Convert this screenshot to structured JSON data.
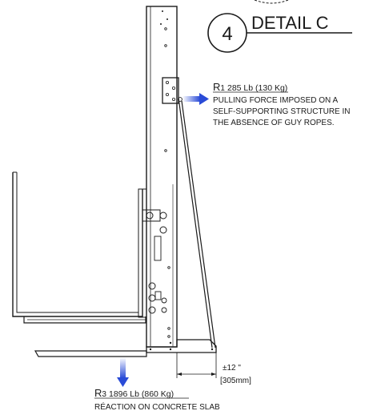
{
  "detail": {
    "number": "4",
    "title": "DETAIL C"
  },
  "r1": {
    "label_prefix": "R",
    "label_sub": "1",
    "value": "285 Lb (130 Kg)",
    "description_lines": [
      "PULLING FORCE IMPOSED ON A",
      "SELF-SUPPORTING STRUCTURE IN",
      "THE ABSENCE OF GUY ROPES."
    ]
  },
  "r3": {
    "label_prefix": "R",
    "label_sub": "3",
    "value": "1896 Lb (860 Kg)",
    "description": "RÉACTION ON CONCRETE SLAB"
  },
  "dimension": {
    "imperial": "±12 \"",
    "metric": "[305mm]"
  },
  "colors": {
    "arrow": "#2a4bd7",
    "line": "#1a1a1a"
  }
}
